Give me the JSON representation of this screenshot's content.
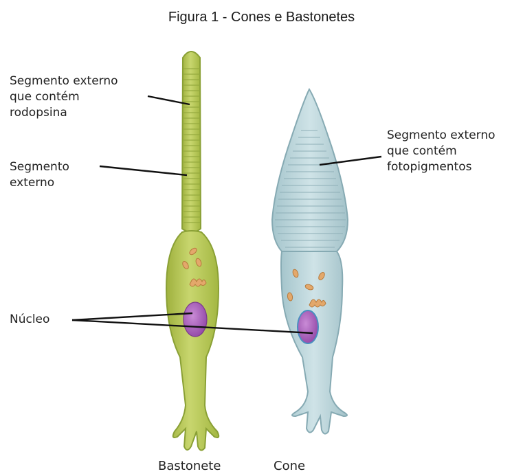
{
  "title": "Figura 1 - Cones e Bastonetes",
  "labels": {
    "rod_outer_with_rhodopsin": "Segmento externo\nque contém\nrodopsina",
    "rod_outer": "Segmento\nexterno",
    "cone_outer_with_photopigments": "Segmento externo\nque contém\nfotopigmentos",
    "nucleus": "Núcleo"
  },
  "cells": {
    "rod": "Bastonete",
    "cone": "Cone"
  },
  "colors": {
    "rod_fill": "#b9c95a",
    "rod_outline": "#8aa035",
    "cone_fill": "#b7d3d9",
    "cone_outline": "#86aab3",
    "nucleus": "#a45bb5",
    "mitochondria": "#e3a86b"
  }
}
